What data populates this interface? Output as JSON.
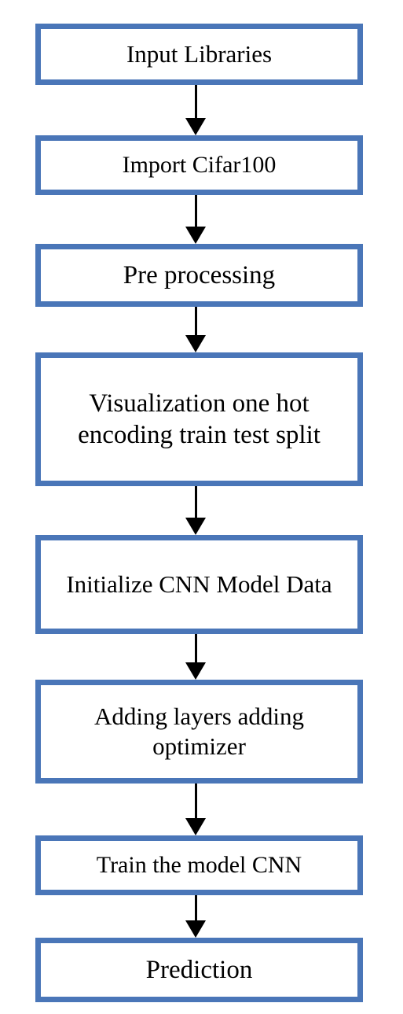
{
  "flowchart": {
    "steps": [
      "Input Libraries",
      "Import Cifar100",
      "Pre processing",
      "Visualization one hot encoding train test split",
      "Initialize CNN Model Data",
      "Adding layers adding optimizer",
      "Train the model CNN",
      "Prediction"
    ]
  },
  "colors": {
    "box_border": "#4a76b8",
    "arrow": "#000000"
  }
}
